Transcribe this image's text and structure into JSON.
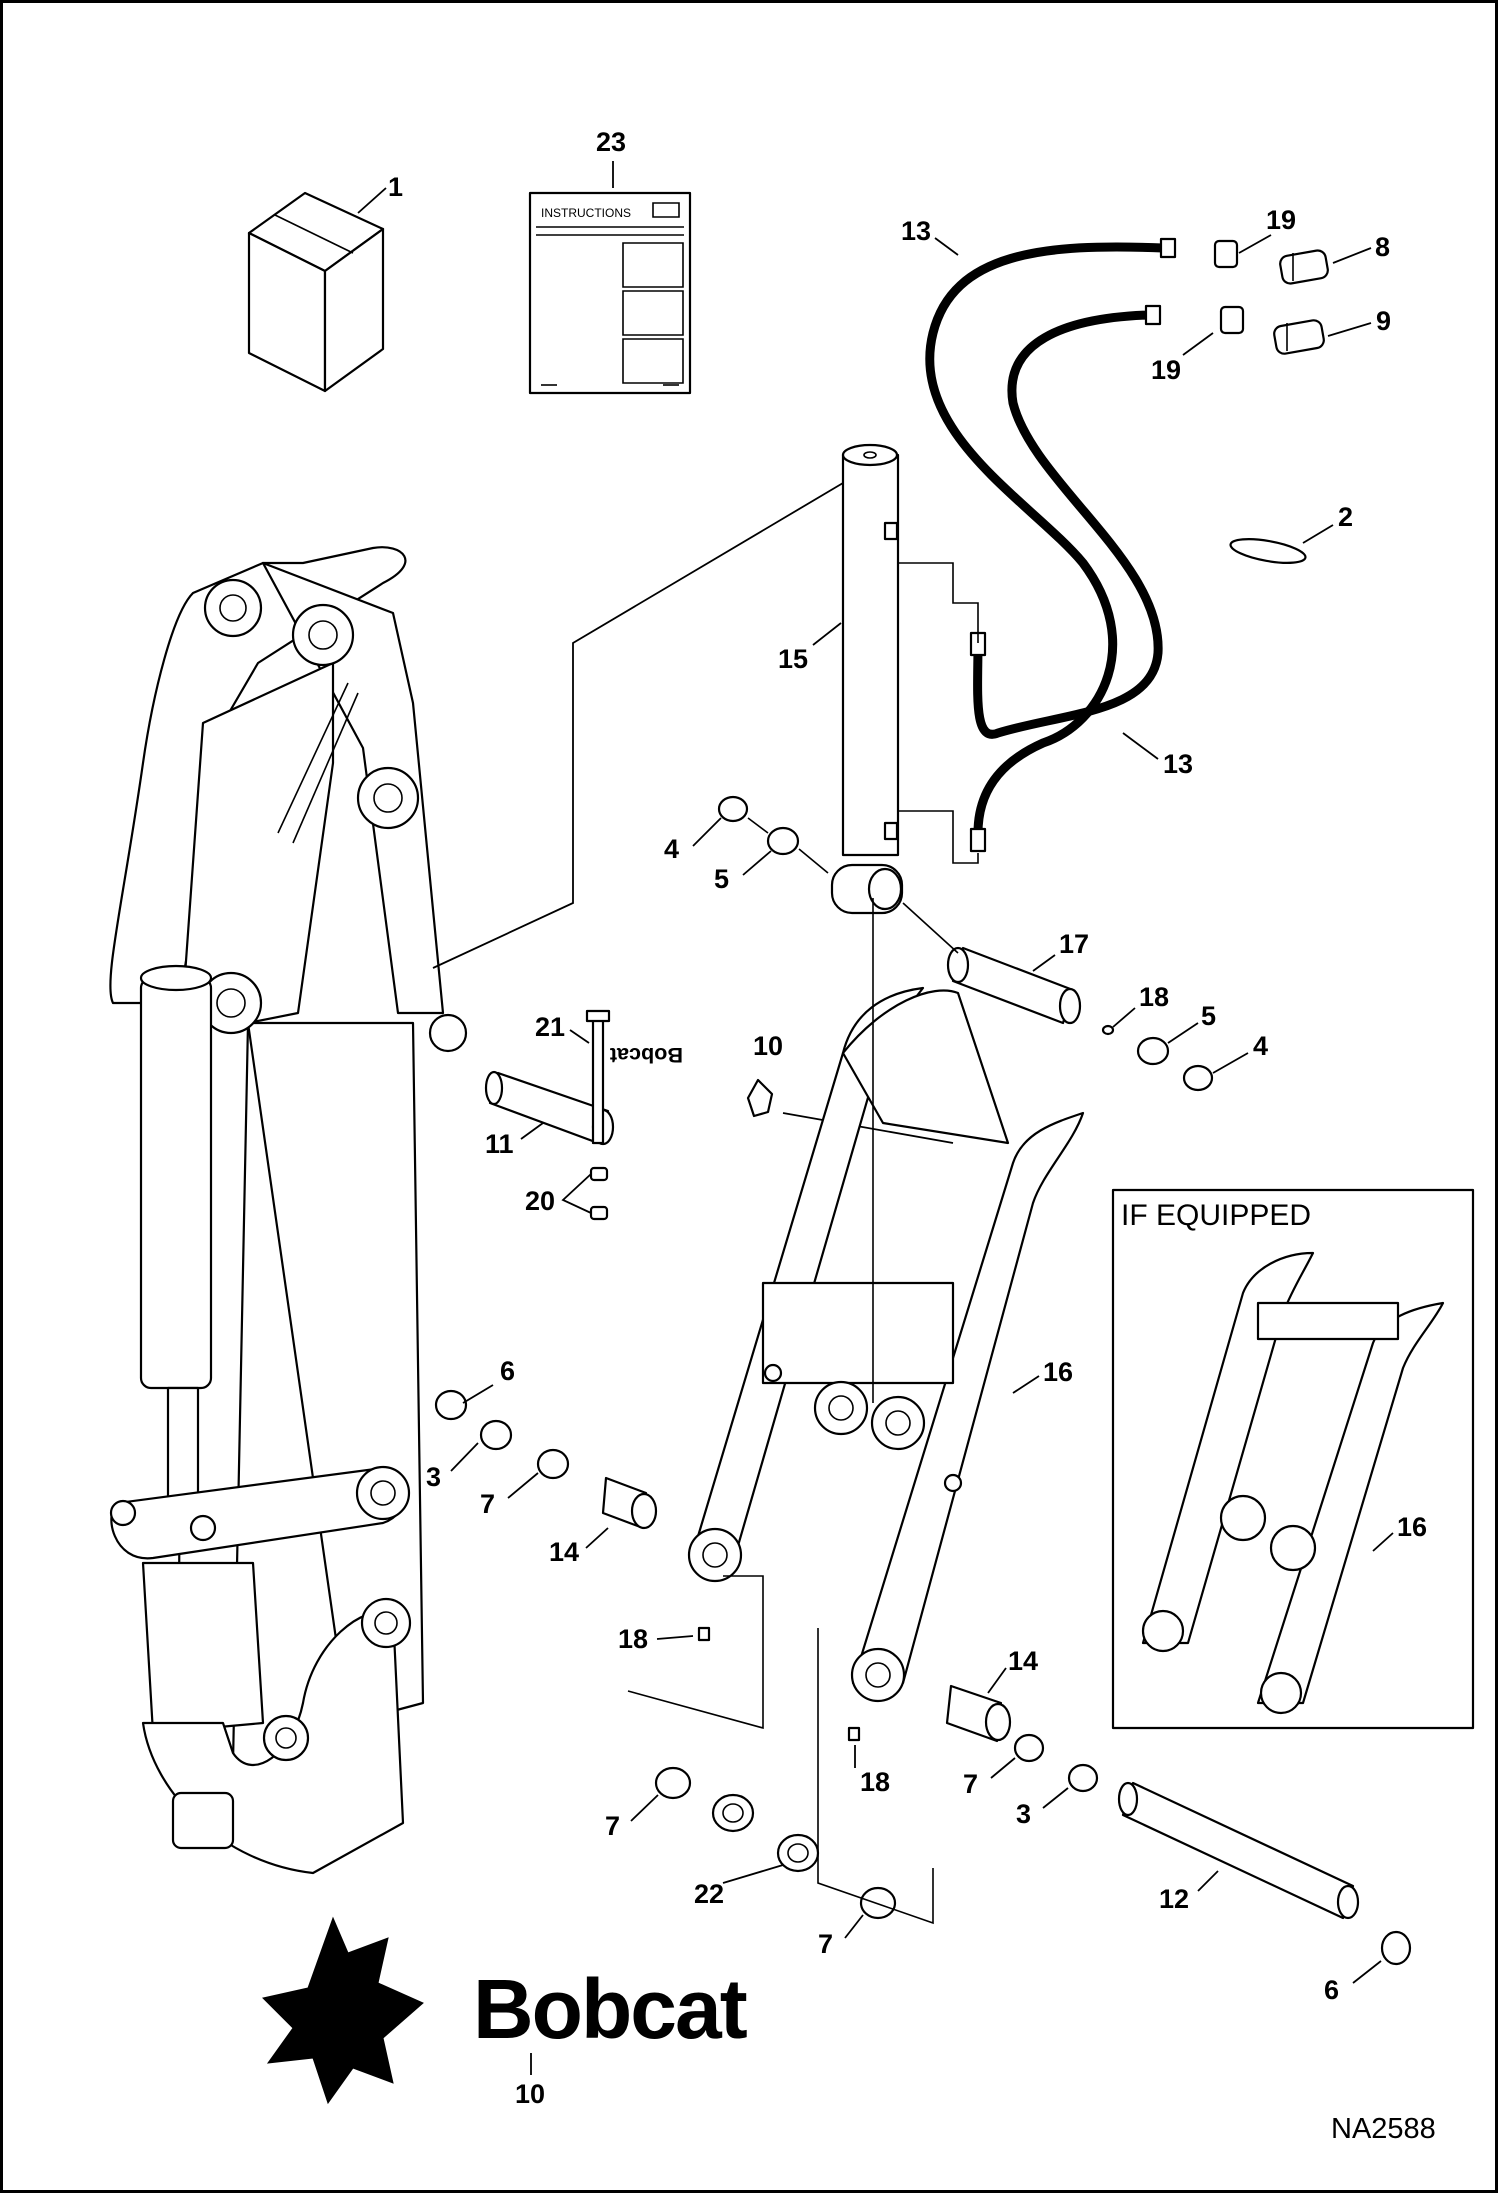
{
  "diagram": {
    "instructions_label": "INSTRUCTIONS",
    "if_equipped": "IF EQUIPPED",
    "brand_name": "Bobcat",
    "drawing_number": "NA2588"
  },
  "callouts": {
    "c1": "1",
    "c2": "2",
    "c3": "3",
    "c4": "4",
    "c5": "5",
    "c6": "6",
    "c7": "7",
    "c8": "8",
    "c9": "9",
    "c10": "10",
    "c11": "11",
    "c12": "12",
    "c13": "13",
    "c14": "14",
    "c15": "15",
    "c16": "16",
    "c17": "17",
    "c18": "18",
    "c19": "19",
    "c20": "20",
    "c21": "21",
    "c22": "22",
    "c23": "23"
  }
}
